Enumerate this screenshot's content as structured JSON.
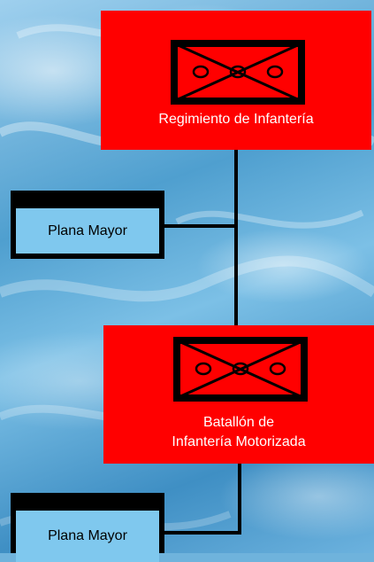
{
  "colors": {
    "unit_fill": "#ff0000",
    "unit_text": "#ffffff",
    "staff_fill": "#7fc8ee",
    "connector": "#000000"
  },
  "units": {
    "regiment": {
      "label": "Regimiento de Infantería",
      "symbol": "infantry-icon"
    },
    "battalion": {
      "label_line1": "Batallón de",
      "label_line2": "Infantería Motorizada",
      "symbol": "infantry-icon"
    }
  },
  "staff": {
    "first": {
      "label": "Plana Mayor"
    },
    "second": {
      "label": "Plana Mayor"
    }
  }
}
